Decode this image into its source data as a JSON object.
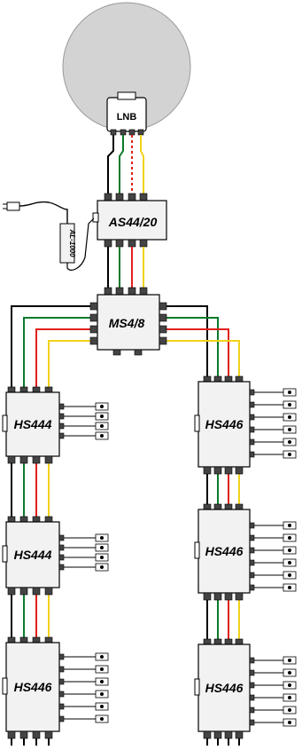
{
  "labels": {
    "lnb": "LNB",
    "amplifier": "AS44/20",
    "power_supply": "AL-1000",
    "multiswitch": "MS4/8",
    "left_tap_1": "HS444",
    "left_tap_2": "HS444",
    "left_tap_3": "HS446",
    "right_tap_1": "HS446",
    "right_tap_2": "HS446",
    "right_tap_3": "HS446"
  },
  "colors": {
    "dish": "#d3d3d3",
    "line_1": "#000000",
    "line_2": "#0a7a2a",
    "line_3": "#e0201b",
    "line_4": "#f2d21b",
    "box_fill": "#f2f2f2"
  },
  "components": [
    {
      "id": "dish",
      "icon": "satellite-dish-icon"
    },
    {
      "id": "lnb",
      "icon": "lnb-icon"
    },
    {
      "id": "amplifier",
      "icon": "amplifier-box-icon"
    },
    {
      "id": "power_supply",
      "icon": "power-supply-icon"
    },
    {
      "id": "multiswitch",
      "icon": "multiswitch-box-icon"
    },
    {
      "id": "left_tap_1",
      "outputs": 4
    },
    {
      "id": "left_tap_2",
      "outputs": 4
    },
    {
      "id": "left_tap_3",
      "outputs": 6
    },
    {
      "id": "right_tap_1",
      "outputs": 6
    },
    {
      "id": "right_tap_2",
      "outputs": 6
    },
    {
      "id": "right_tap_3",
      "outputs": 6
    }
  ]
}
